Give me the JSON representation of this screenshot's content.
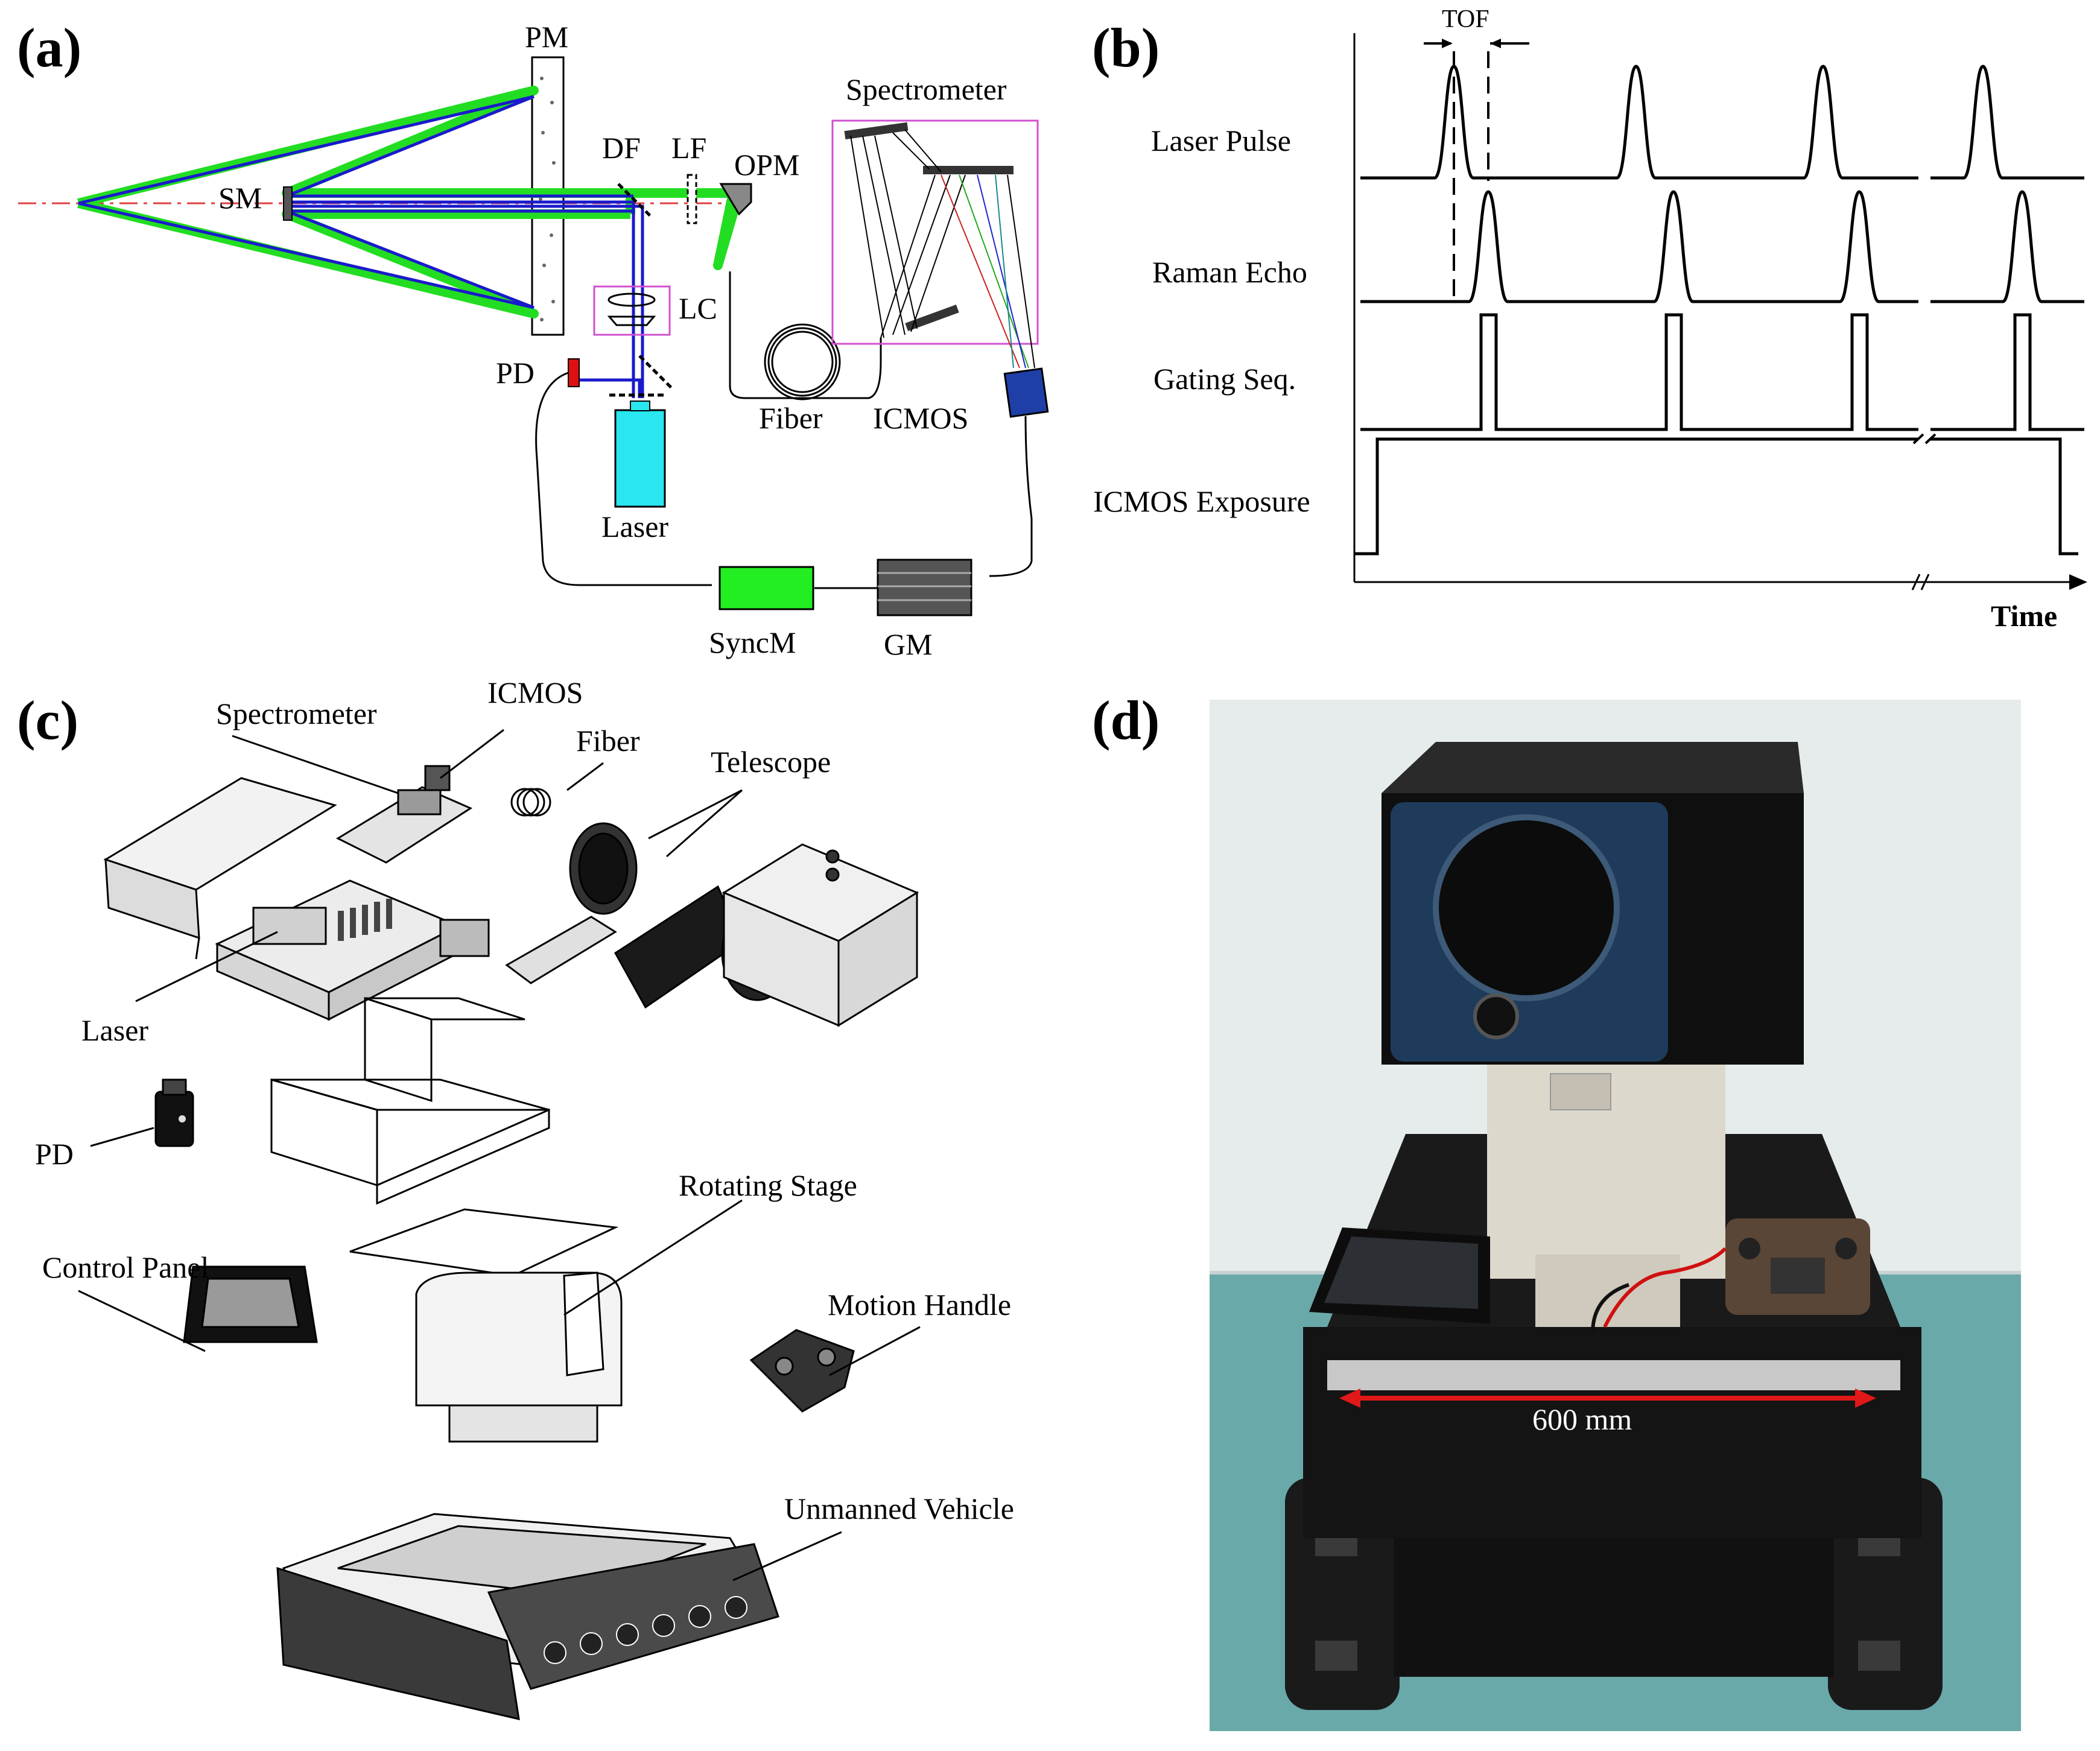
{
  "panels": {
    "a": "(a)",
    "b": "(b)",
    "c": "(c)",
    "d": "(d)"
  },
  "panel_a": {
    "labels": {
      "pm": "PM",
      "sm": "SM",
      "df": "DF",
      "lf": "LF",
      "opm": "OPM",
      "lc": "LC",
      "pd": "PD",
      "laser": "Laser",
      "fiber": "Fiber",
      "icmos": "ICMOS",
      "spectrometer": "Spectrometer",
      "syncm": "SyncM",
      "gm": "GM"
    },
    "colors": {
      "green_beam": "#22dd22",
      "blue_beam": "#1a1acc",
      "laser_body": "#29e6f0",
      "syncm_box": "#22ee22",
      "gm_box": "#555555",
      "icmos_box": "#1f3fa8",
      "pd_red": "#e01010",
      "magenta_box": "#d050d0"
    }
  },
  "panel_b": {
    "signals": [
      "Laser Pulse",
      "Raman Echo",
      "Gating Seq.",
      "ICMOS Exposure"
    ],
    "tof": "TOF",
    "x_axis": "Time"
  },
  "panel_c": {
    "labels": {
      "spectrometer": "Spectrometer",
      "icmos": "ICMOS",
      "fiber": "Fiber",
      "telescope": "Telescope",
      "laser": "Laser",
      "pd": "PD",
      "rotating_stage": "Rotating Stage",
      "control_panel": "Control Panel",
      "motion_handle": "Motion Handle",
      "unmanned_vehicle": "Unmanned Vehicle"
    }
  },
  "panel_d": {
    "scale_label": "600 mm",
    "colors": {
      "wall": "#e6ebec",
      "floor": "#6aa9aa",
      "front_cover": "#1e3b5c",
      "body_black": "#141414",
      "ruler_red": "#e01818"
    }
  }
}
